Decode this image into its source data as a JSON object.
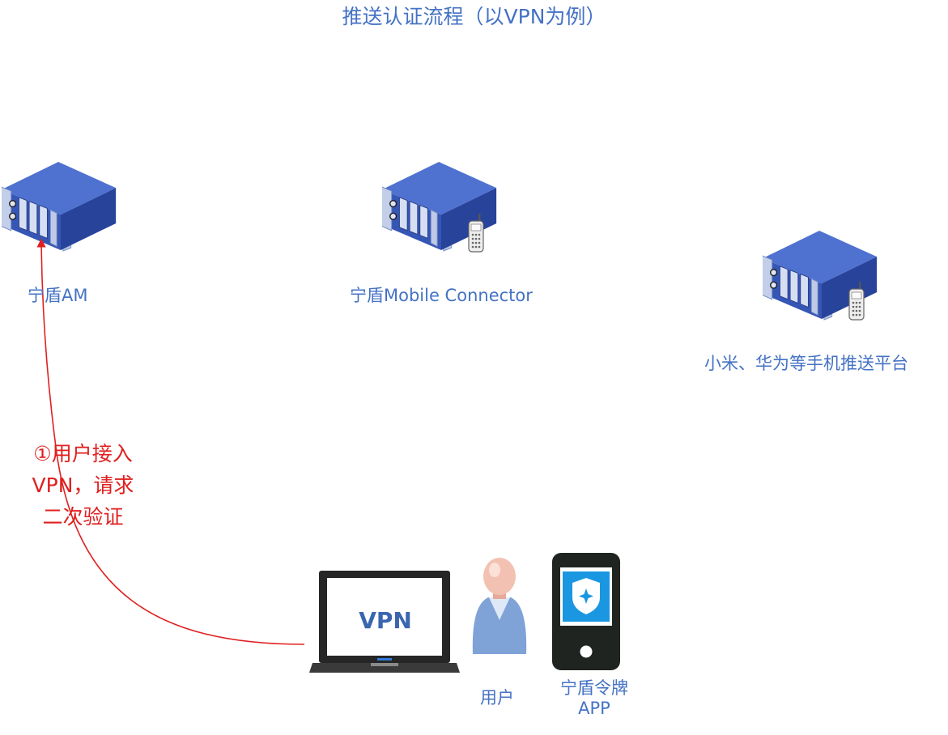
{
  "title": "推送认证流程（以VPN为例）",
  "nodes": {
    "am": {
      "label": "宁盾AM",
      "icon": "server-icon"
    },
    "mobile_connector": {
      "label": "宁盾Mobile Connector",
      "icon": "server-with-phone-icon"
    },
    "push_platform": {
      "label": "小米、华为等手机推送平台",
      "icon": "server-with-phone-icon"
    },
    "laptop": {
      "screen_text": "VPN",
      "icon": "laptop-icon"
    },
    "user": {
      "label": "用户",
      "icon": "user-icon"
    },
    "token_app": {
      "label_line1": "宁盾令牌",
      "label_line2": "APP",
      "icon": "smartphone-shield-icon"
    }
  },
  "flows": [
    {
      "step": "①",
      "text_lines": [
        "用户接入",
        "VPN，请求",
        "二次验证"
      ],
      "from": "laptop",
      "to": "am",
      "color": "#e02020"
    }
  ],
  "colors": {
    "label_blue": "#4472c4",
    "server_blue": "#3b5cb8",
    "arrow_red": "#e02020"
  }
}
